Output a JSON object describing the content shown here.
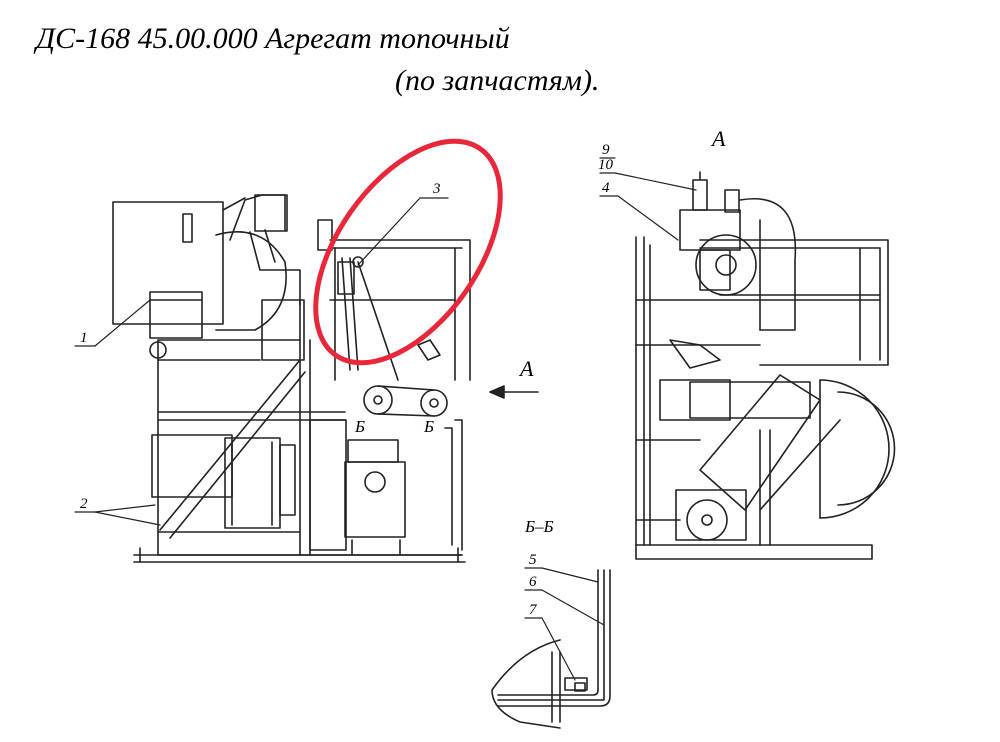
{
  "title": {
    "line1": "ДС-168 45.00.000 Агрегат топочный",
    "line2": "(по запчастям)."
  },
  "view_labels": {
    "view_a": "А",
    "arrow_a": "А",
    "section_b_left": "Б",
    "section_b_right": "Б",
    "section_bb": "Б–Б"
  },
  "callouts": {
    "c1": "1",
    "c2": "2",
    "c3": "3",
    "c4": "4",
    "c5": "5",
    "c6": "6",
    "c7": "7",
    "c9": "9",
    "c10": "10"
  },
  "highlight": {
    "color": "#e8283a",
    "shape": "ellipse"
  }
}
